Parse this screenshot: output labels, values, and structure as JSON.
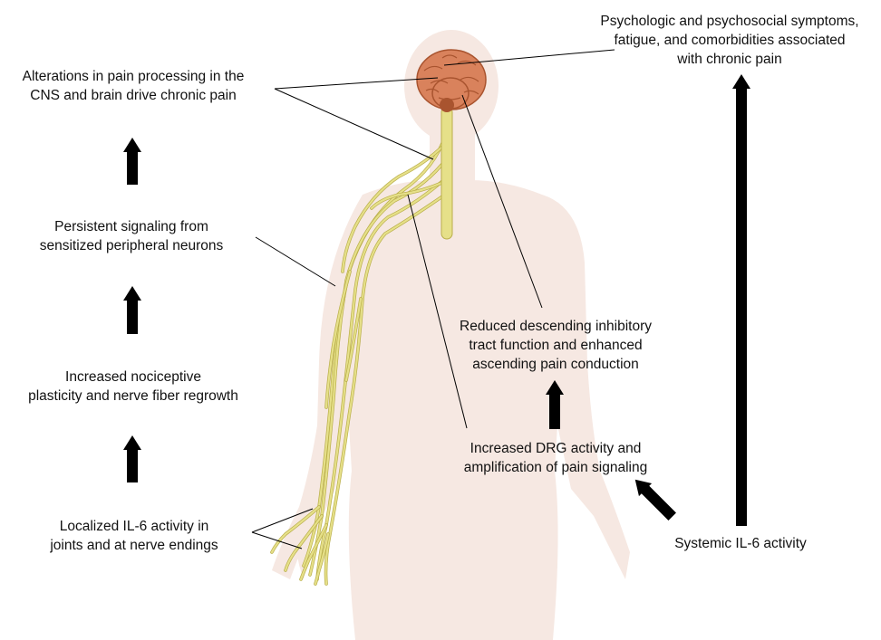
{
  "labels": {
    "cns_brain": [
      "Alterations in pain processing in the",
      "CNS and brain drive chronic pain"
    ],
    "persistent": [
      "Persistent signaling from",
      "sensitized peripheral neurons"
    ],
    "plasticity": [
      "Increased nociceptive",
      "plasticity and nerve fiber regrowth"
    ],
    "localized": [
      "Localized IL-6 activity in",
      "joints and at nerve endings"
    ],
    "psych": [
      "Psychologic and psychosocial symptoms,",
      "fatigue, and comorbidities associated",
      "with chronic pain"
    ],
    "descending": [
      "Reduced descending inhibitory",
      "tract function and enhanced",
      "ascending pain conduction"
    ],
    "drg": [
      "Increased DRG activity and",
      "amplification of pain signaling"
    ],
    "systemic": "Systemic IL-6 activity"
  },
  "colors": {
    "body_silhouette": "#f6e8e2",
    "nerve": "#e6e089",
    "nerve_outline": "#b9ae4a",
    "brain": "#d9825c",
    "brain_dark": "#a9542f",
    "arrow": "#000000",
    "leader_line": "#000000"
  }
}
